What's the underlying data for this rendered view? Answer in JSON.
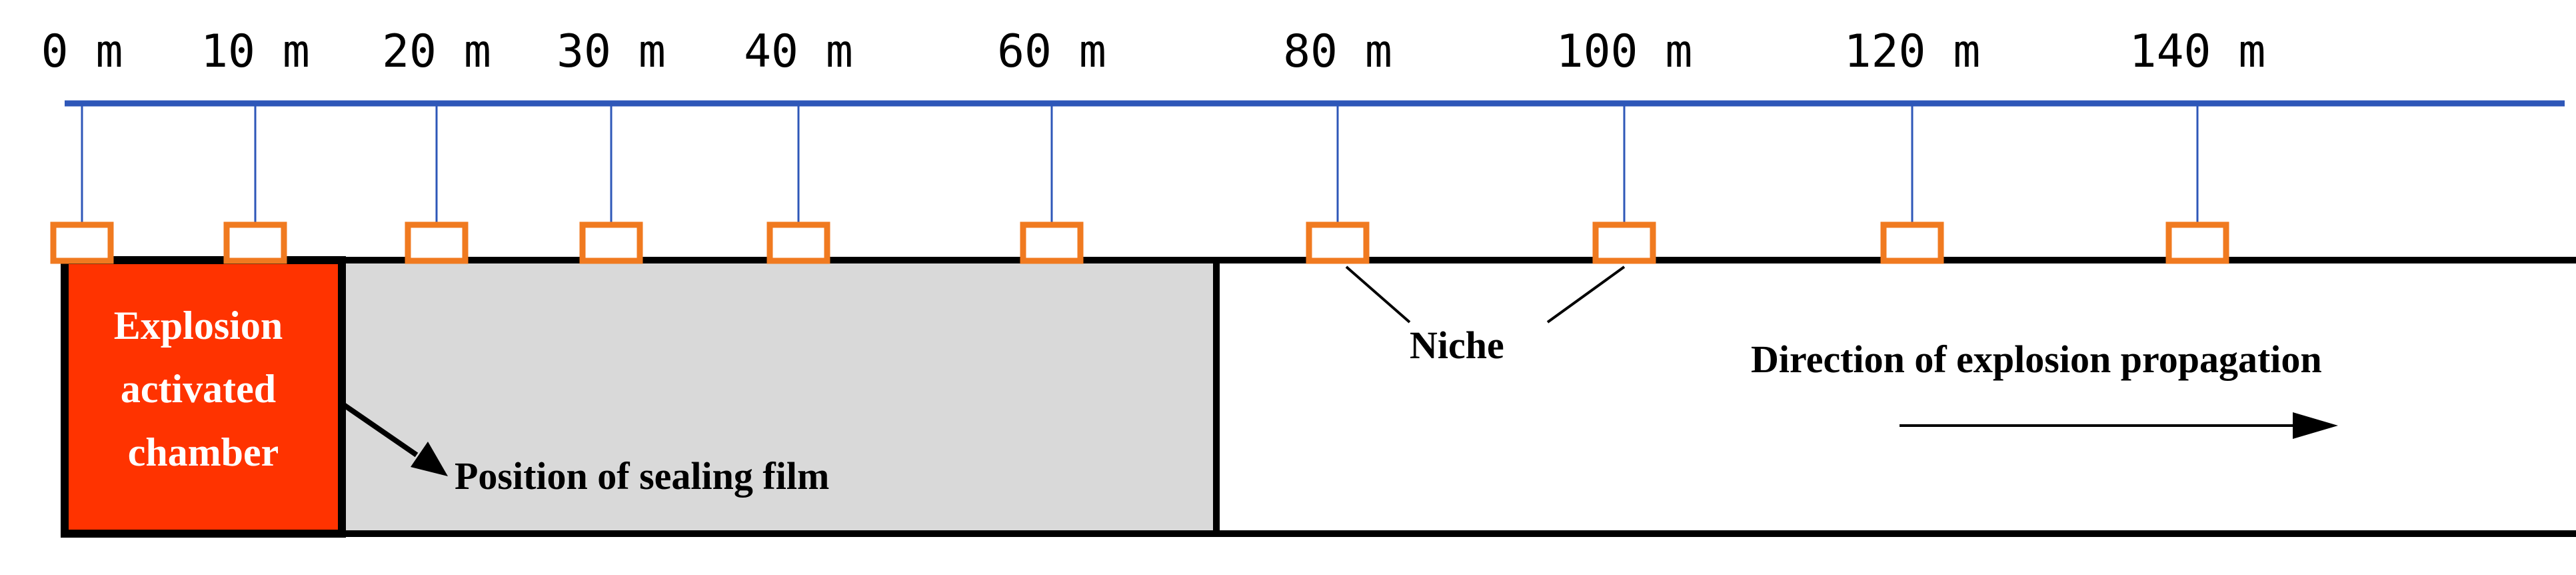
{
  "distance_labels": [
    "0 m",
    "10 m",
    "20 m",
    "30 m",
    "40 m",
    "60 m",
    "80 m",
    "100 m",
    "120 m",
    "140 m"
  ],
  "chamber_label": [
    "Explosion",
    "activated",
    "chamber"
  ],
  "sealing_film_label": "Position of sealing film",
  "niche_label": "Niche",
  "direction_label": "Direction of explosion propagation",
  "colors": {
    "scale_line": "#2e57b8",
    "sensor_box": "#f07a20",
    "chamber": "#ff3300",
    "sealed_section": "#d9d9d9"
  }
}
